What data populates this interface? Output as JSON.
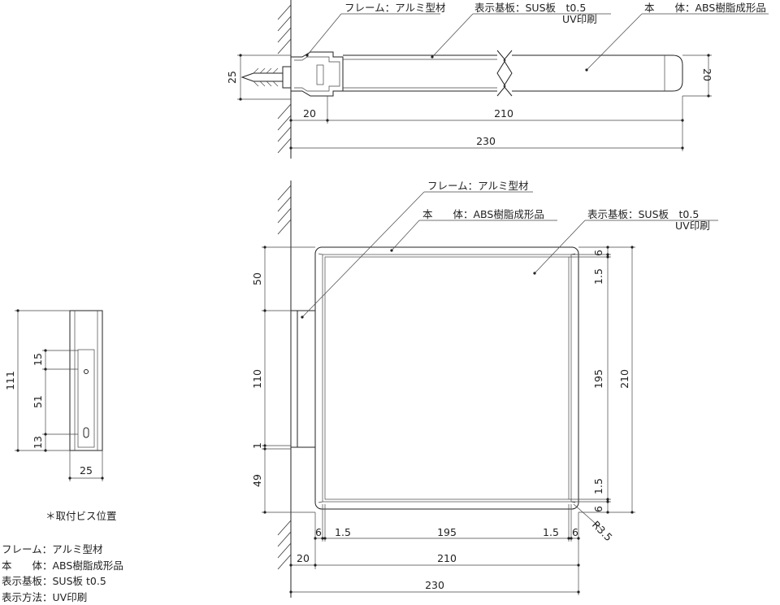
{
  "top_view": {
    "frame_label": "フレーム：アルミ型材",
    "display_label_1": "表示基板：SUS板　t0.5",
    "display_label_2": "UV印刷",
    "body_label": "本　　体：ABS樹脂成形品",
    "dim_height": "25",
    "dim_thickness": "20",
    "dim_left": "20",
    "dim_main": "210",
    "dim_total": "230"
  },
  "front_view": {
    "frame_label": "フレーム：アルミ型材",
    "body_label": "本　　体：ABS樹脂成形品",
    "display_label_1": "表示基板：SUS板　t0.5",
    "display_label_2": "UV印刷",
    "dim_v_50": "50",
    "dim_v_110": "110",
    "dim_v_1": "1",
    "dim_v_49": "49",
    "dim_r_6a": "6",
    "dim_r_15a": "1.5",
    "dim_r_195": "195",
    "dim_r_15b": "1.5",
    "dim_r_6b": "6",
    "dim_r_210": "210",
    "dim_b_6a": "6",
    "dim_b_15a": "1.5",
    "dim_b_195": "195",
    "dim_b_15b": "1.5",
    "dim_b_6b": "6",
    "dim_b_20": "20",
    "dim_b_210": "210",
    "dim_b_230": "230",
    "radius": "R3.5"
  },
  "side_view": {
    "dim_111": "111",
    "dim_15": "15",
    "dim_51": "51",
    "dim_13": "13",
    "dim_25": "25",
    "note": "＊取付ビス位置"
  },
  "legend": {
    "line1": "フレーム：アルミ型材",
    "line2": "本　　体：ABS樹脂成形品",
    "line3": "表示基板：SUS板 t0.5",
    "line4": "表示方法：UV印刷"
  }
}
